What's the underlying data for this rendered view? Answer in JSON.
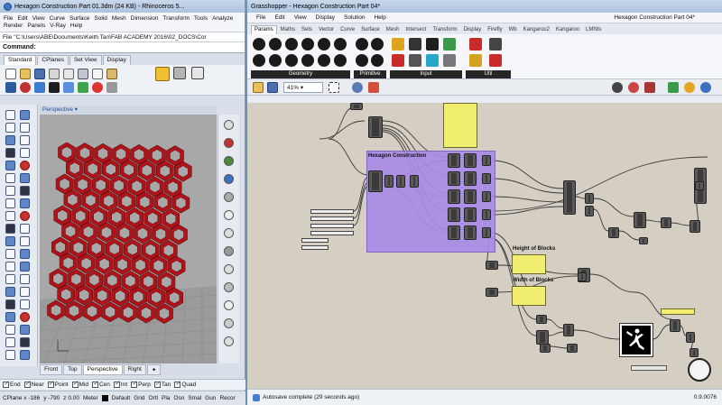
{
  "rhino": {
    "title": "Hexagon Construction Part 01.3dm (24 KB) - Rhinoceros 5...",
    "menu": [
      "File",
      "Edit",
      "View",
      "Curve",
      "Surface",
      "Solid",
      "Mesh",
      "Dimension",
      "Transform",
      "Tools",
      "Analyze",
      "Render",
      "Panels",
      "V-Ray",
      "Help"
    ],
    "command_history": "File \"C:\\Users\\ABE\\Documents\\Keith Tan\\FAB ACADEMY 2016\\02_DOCS\\Cor",
    "command_prompt": "Command:",
    "toolbar_tabs": [
      "Standard",
      "CPlanes",
      "Set View",
      "Display"
    ],
    "viewport_title": "Perspective",
    "viewport_tabs": [
      "Front",
      "Top",
      "Perspective",
      "Right"
    ],
    "active_viewport_tab": "Perspective",
    "osnaps": [
      {
        "label": "End",
        "on": true
      },
      {
        "label": "Near",
        "on": true
      },
      {
        "label": "Point",
        "on": true
      },
      {
        "label": "Mid",
        "on": true
      },
      {
        "label": "Cen",
        "on": true
      },
      {
        "label": "Int",
        "on": true
      },
      {
        "label": "Perp",
        "on": true
      },
      {
        "label": "Tan",
        "on": true
      },
      {
        "label": "Quad",
        "on": true
      }
    ],
    "status": {
      "cplane_x": "CPlane x -186",
      "y": "y -790",
      "z": "z 0.00",
      "units": "Meter",
      "layer": "Default",
      "toggles": [
        "Grid",
        "Ortho",
        "Planar",
        "Osnap",
        "SmartTrack",
        "Gumball",
        "Record"
      ]
    },
    "toggle_short": [
      "Grid",
      "Ortl",
      "Pla",
      "Osn",
      "Smal",
      "Gun",
      "Recor"
    ]
  },
  "grasshopper": {
    "title": "Grasshopper - Hexagon Construction Part 04*",
    "doc_title": "Hexagon Construction Part 04*",
    "menu": [
      "File",
      "Edit",
      "View",
      "Display",
      "Solution",
      "Help"
    ],
    "tabs": [
      "Params",
      "Maths",
      "Sets",
      "Vector",
      "Curve",
      "Surface",
      "Mesh",
      "Intersect",
      "Transform",
      "Display",
      "Firefly",
      "Wb",
      "Kangaroo2",
      "Kangaroo",
      "LMNts"
    ],
    "active_tab": "Params",
    "ribbon_groups": [
      "Geometry",
      "Primitive",
      "Input",
      "Util"
    ],
    "zoom": "41%",
    "groups": {
      "hexagon": "Hexagon Construction",
      "height": "Height of Blocks",
      "width": "Width of Blocks"
    },
    "status_message": "Autosave complete (29 seconds ago)",
    "version": "0.9.0076"
  },
  "colors": {
    "hexagon_red": "#b0141a",
    "group_purple": "#a98be6",
    "panel_yellow": "#f1ee6f",
    "canvas": "#d4cfc2"
  }
}
